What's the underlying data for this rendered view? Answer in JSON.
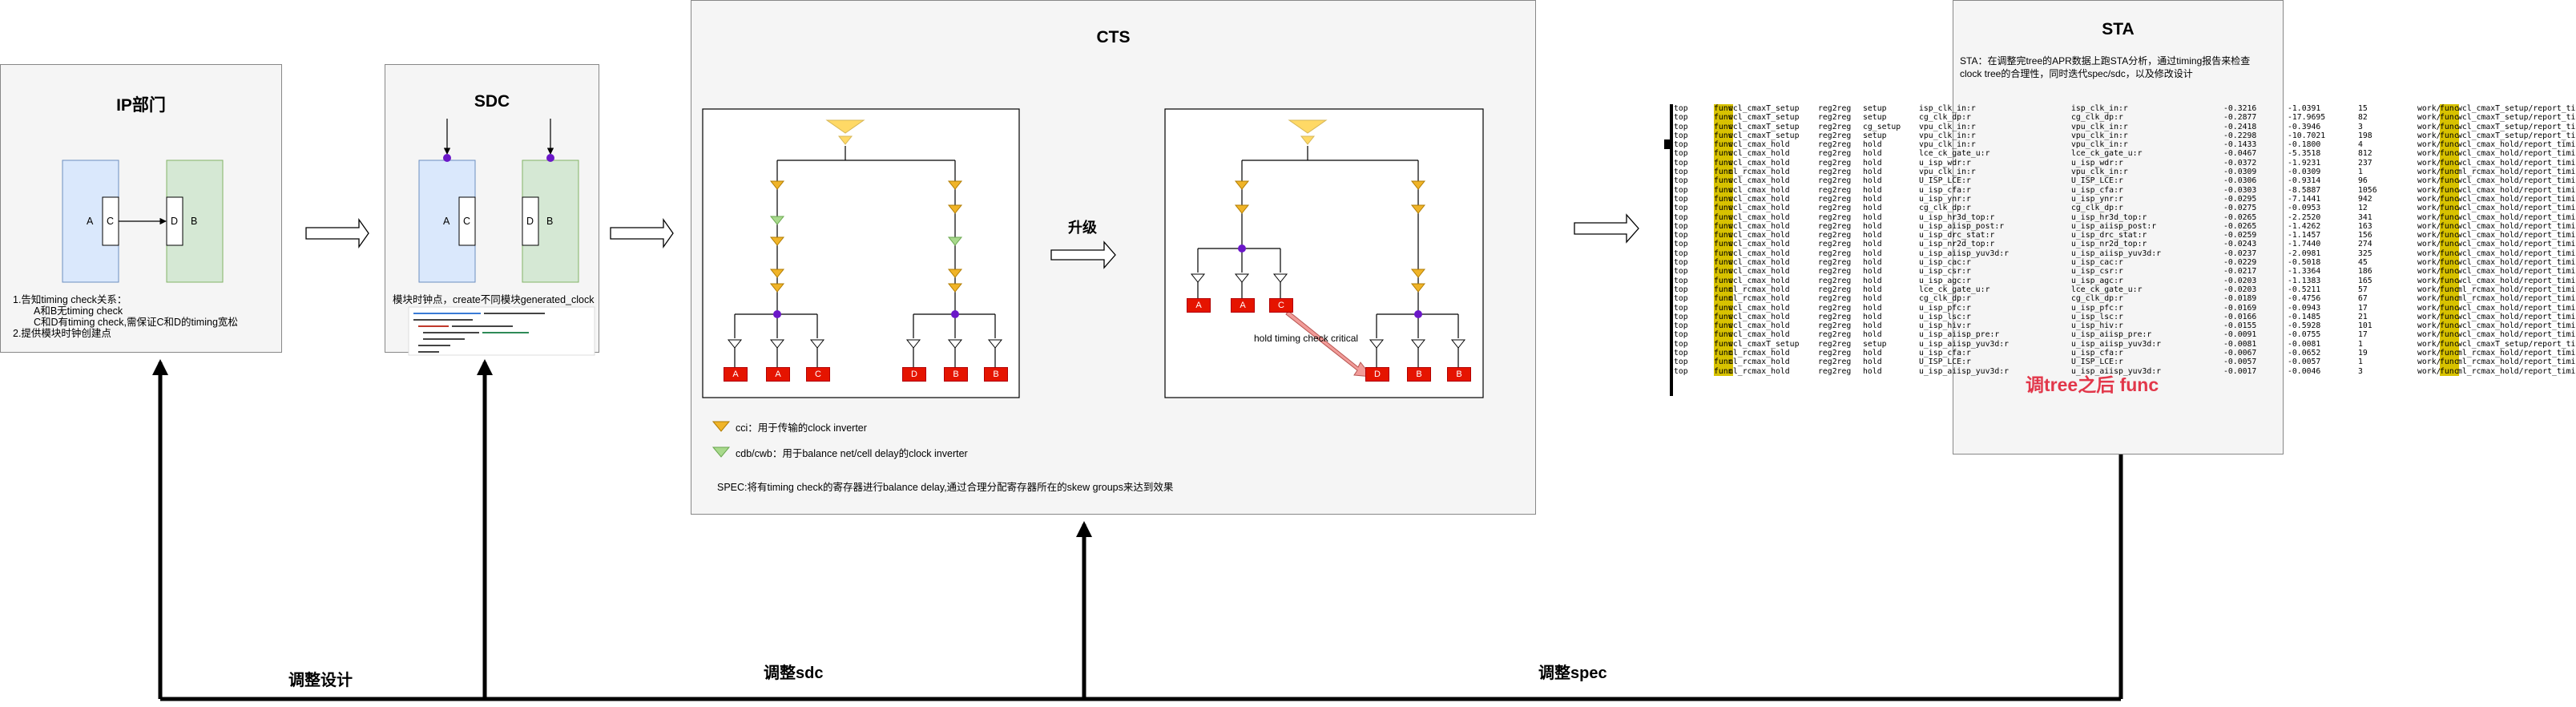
{
  "ip": {
    "title": "IP部门",
    "block_labels": [
      "A",
      "C",
      "D",
      "B"
    ],
    "notes": [
      "1.告知timing check关系：",
      "A和B无timing check",
      "C和D有timing check,需保证C和D的timing宽松",
      "2.提供模块时钟创建点"
    ]
  },
  "sdc": {
    "title": "SDC",
    "block_labels": [
      "A",
      "C",
      "D",
      "B"
    ],
    "note": "模块时钟点，create不同模块generated_clock"
  },
  "cts": {
    "title": "CTS",
    "upgrade_label": "升级",
    "sinks_left": [
      "A",
      "A",
      "C",
      "D",
      "B",
      "B"
    ],
    "sinks_right": [
      "A",
      "A",
      "C",
      "D",
      "B",
      "B"
    ],
    "hold_label": "hold timing check critical",
    "legend": [
      {
        "label": "cci：用于传输的clock inverter",
        "color": "#f0b428"
      },
      {
        "label": "cdb/cwb：用于balance net/cell delay的clock inverter",
        "color": "#a8d98c"
      }
    ],
    "spec_note": "SPEC:将有timing check的寄存器进行balance delay,通过合理分配寄存器所在的skew groups来达到效果"
  },
  "sta": {
    "title": "STA",
    "desc": [
      "STA：在调整完tree的APR数据上跑STA分析，通过timing报告来检查",
      "clock tree的合理性，同时迭代spec/sdc，以及修改设计"
    ],
    "overlay": "调tree之后 func",
    "rows": [
      [
        "top",
        "func",
        "wcl_cmaxT_setup",
        "reg2reg",
        "setup",
        "isp_clk_in:r",
        "isp_clk_in:r",
        "-0.3216",
        "-1.0391",
        "15",
        "work/",
        "func",
        "wcl_cmaxT_setup/report_timing.max.gz"
      ],
      [
        "top",
        "func",
        "wcl_cmaxT_setup",
        "reg2reg",
        "setup",
        "cg_clk_dp:r",
        "cg_clk_dp:r",
        "-0.2877",
        "-17.9695",
        "82",
        "work/",
        "func",
        "wcl_cmaxT_setup/report_timing.max.gz"
      ],
      [
        "top",
        "func",
        "wcl_cmaxT_setup",
        "reg2reg",
        "cg_setup",
        "vpu_clk_in:r",
        "vpu_clk_in:r",
        "-0.2418",
        "-0.3946",
        "3",
        "work/",
        "func",
        "wcl_cmaxT_setup/report_timing.max.gz"
      ],
      [
        "top",
        "func",
        "wcl_cmaxT_setup",
        "reg2reg",
        "setup",
        "vpu_clk_in:r",
        "vpu_clk_in:r",
        "-0.2298",
        "-10.7021",
        "198",
        "work/",
        "func",
        "wcl_cmaxT_setup/report_timing.max.gz"
      ],
      [
        "top",
        "func",
        "wcl_cmax_hold",
        "reg2reg",
        "hold",
        "vpu_clk_in:r",
        "vpu_clk_in:r",
        "-0.1433",
        "-0.1800",
        "4",
        "work/",
        "func",
        "wcl_cmax_hold/report_timing.min.gz"
      ],
      [
        "top",
        "func",
        "wcl_cmax_hold",
        "reg2reg",
        "hold",
        "lce_ck_gate_u:r",
        "lce_ck_gate_u:r",
        "-0.0467",
        "-5.3518",
        "812",
        "work/",
        "func",
        "wcl_cmax_hold/report_timing.min.gz"
      ],
      [
        "top",
        "func",
        "wcl_cmax_hold",
        "reg2reg",
        "hold",
        "u_isp_wdr:r",
        "u_isp_wdr:r",
        "-0.0372",
        "-1.9231",
        "237",
        "work/",
        "func",
        "wcl_cmax_hold/report_timing.min.gz"
      ],
      [
        "top",
        "func",
        "ml_rcmax_hold",
        "reg2reg",
        "hold",
        "vpu_clk_in:r",
        "vpu_clk_in:r",
        "-0.0309",
        "-0.0309",
        "1",
        "work/",
        "func",
        "ml_rcmax_hold/report_timing.min.gz"
      ],
      [
        "top",
        "func",
        "wcl_cmax_hold",
        "reg2reg",
        "hold",
        "U_ISP_LCE:r",
        "U_ISP_LCE:r",
        "-0.0306",
        "-0.9314",
        "96",
        "work/",
        "func",
        "wcl_cmax_hold/report_timing.min.gz"
      ],
      [
        "top",
        "func",
        "wcl_cmax_hold",
        "reg2reg",
        "hold",
        "u_isp_cfa:r",
        "u_isp_cfa:r",
        "-0.0303",
        "-8.5887",
        "1056",
        "work/",
        "func",
        "wcl_cmax_hold/report_timing.min.gz"
      ],
      [
        "top",
        "func",
        "wcl_cmax_hold",
        "reg2reg",
        "hold",
        "u_isp_ynr:r",
        "u_isp_ynr:r",
        "-0.0295",
        "-7.1441",
        "942",
        "work/",
        "func",
        "wcl_cmax_hold/report_timing.min.gz"
      ],
      [
        "top",
        "func",
        "wcl_cmax_hold",
        "reg2reg",
        "hold",
        "cg_clk_dp:r",
        "cg_clk_dp:r",
        "-0.0275",
        "-0.0953",
        "12",
        "work/",
        "func",
        "wcl_cmax_hold/report_timing.min.gz"
      ],
      [
        "top",
        "func",
        "wcl_cmax_hold",
        "reg2reg",
        "hold",
        "u_isp_hr3d_top:r",
        "u_isp_hr3d_top:r",
        "-0.0265",
        "-2.2520",
        "341",
        "work/",
        "func",
        "wcl_cmax_hold/report_timing.min.gz"
      ],
      [
        "top",
        "func",
        "wcl_cmax_hold",
        "reg2reg",
        "hold",
        "u_isp_aiisp_post:r",
        "u_isp_aiisp_post:r",
        "-0.0265",
        "-1.4262",
        "163",
        "work/",
        "func",
        "wcl_cmax_hold/report_timing.min.gz"
      ],
      [
        "top",
        "func",
        "wcl_cmax_hold",
        "reg2reg",
        "hold",
        "u_isp_drc_stat:r",
        "u_isp_drc_stat:r",
        "-0.0259",
        "-1.1457",
        "156",
        "work/",
        "func",
        "wcl_cmax_hold/report_timing.min.gz"
      ],
      [
        "top",
        "func",
        "wcl_cmax_hold",
        "reg2reg",
        "hold",
        "u_isp_nr2d_top:r",
        "u_isp_nr2d_top:r",
        "-0.0243",
        "-1.7440",
        "274",
        "work/",
        "func",
        "wcl_cmax_hold/report_timing.min.gz"
      ],
      [
        "top",
        "func",
        "wcl_cmax_hold",
        "reg2reg",
        "hold",
        "u_isp_aiisp_yuv3d:r",
        "u_isp_aiisp_yuv3d:r",
        "-0.0237",
        "-2.0981",
        "325",
        "work/",
        "func",
        "wcl_cmax_hold/report_timing.min.gz"
      ],
      [
        "top",
        "func",
        "wcl_cmax_hold",
        "reg2reg",
        "hold",
        "u_isp_cac:r",
        "u_isp_cac:r",
        "-0.0229",
        "-0.5018",
        "45",
        "work/",
        "func",
        "wcl_cmax_hold/report_timing.min.gz"
      ],
      [
        "top",
        "func",
        "wcl_cmax_hold",
        "reg2reg",
        "hold",
        "u_isp_csr:r",
        "u_isp_csr:r",
        "-0.0217",
        "-1.3364",
        "186",
        "work/",
        "func",
        "wcl_cmax_hold/report_timing.min.gz"
      ],
      [
        "top",
        "func",
        "wcl_cmax_hold",
        "reg2reg",
        "hold",
        "u_isp_agc:r",
        "u_isp_agc:r",
        "-0.0203",
        "-1.1383",
        "165",
        "work/",
        "func",
        "wcl_cmax_hold/report_timing.min.gz"
      ],
      [
        "top",
        "func",
        "ml_rcmax_hold",
        "reg2reg",
        "hold",
        "lce_ck_gate_u:r",
        "lce_ck_gate_u:r",
        "-0.0203",
        "-0.5211",
        "57",
        "work/",
        "func",
        "ml_rcmax_hold/report_timing.min.gz"
      ],
      [
        "top",
        "func",
        "ml_rcmax_hold",
        "reg2reg",
        "hold",
        "cg_clk_dp:r",
        "cg_clk_dp:r",
        "-0.0189",
        "-0.4756",
        "67",
        "work/",
        "func",
        "ml_rcmax_hold/report_timing.min.gz"
      ],
      [
        "top",
        "func",
        "wcl_cmax_hold",
        "reg2reg",
        "hold",
        "u_isp_pfc:r",
        "u_isp_pfc:r",
        "-0.0169",
        "-0.0943",
        "17",
        "work/",
        "func",
        "wcl_cmax_hold/report_timing.min.gz"
      ],
      [
        "top",
        "func",
        "wcl_cmax_hold",
        "reg2reg",
        "hold",
        "u_isp_lsc:r",
        "u_isp_lsc:r",
        "-0.0166",
        "-0.1485",
        "21",
        "work/",
        "func",
        "wcl_cmax_hold/report_timing.min.gz"
      ],
      [
        "top",
        "func",
        "wcl_cmax_hold",
        "reg2reg",
        "hold",
        "u_isp_hiv:r",
        "u_isp_hiv:r",
        "-0.0155",
        "-0.5928",
        "101",
        "work/",
        "func",
        "wcl_cmax_hold/report_timing.min.gz"
      ],
      [
        "top",
        "func",
        "wcl_cmax_hold",
        "reg2reg",
        "hold",
        "u_isp_aiisp_pre:r",
        "u_isp_aiisp_pre:r",
        "-0.0091",
        "-0.0755",
        "17",
        "work/",
        "func",
        "wcl_cmax_hold/report_timing.min.gz"
      ],
      [
        "top",
        "func",
        "wcl_cmaxT_setup",
        "reg2reg",
        "setup",
        "u_isp_aiisp_yuv3d:r",
        "u_isp_aiisp_yuv3d:r",
        "-0.0081",
        "-0.0081",
        "1",
        "work/",
        "func",
        "wcl_cmaxT_setup/report_timing.max.gz"
      ],
      [
        "top",
        "func",
        "ml_rcmax_hold",
        "reg2reg",
        "hold",
        "u_isp_cfa:r",
        "u_isp_cfa:r",
        "-0.0067",
        "-0.0652",
        "19",
        "work/",
        "func",
        "ml_rcmax_hold/report_timing.min.gz"
      ],
      [
        "top",
        "func",
        "ml_rcmax_hold",
        "reg2reg",
        "hold",
        "U_ISP_LCE:r",
        "U_ISP_LCE:r",
        "-0.0057",
        "-0.0057",
        "1",
        "work/",
        "func",
        "ml_rcmax_hold/report_timing.min.gz"
      ],
      [
        "top",
        "func",
        "ml_rcmax_hold",
        "reg2reg",
        "hold",
        "u_isp_aiisp_yuv3d:r",
        "u_isp_aiisp_yuv3d:r",
        "-0.0017",
        "-0.0046",
        "3",
        "work/",
        "func",
        "ml_rcmax_hold/report_timing.min.gz"
      ]
    ]
  },
  "feedback": {
    "labels": [
      "调整设计",
      "调整sdc",
      "调整spec"
    ]
  }
}
